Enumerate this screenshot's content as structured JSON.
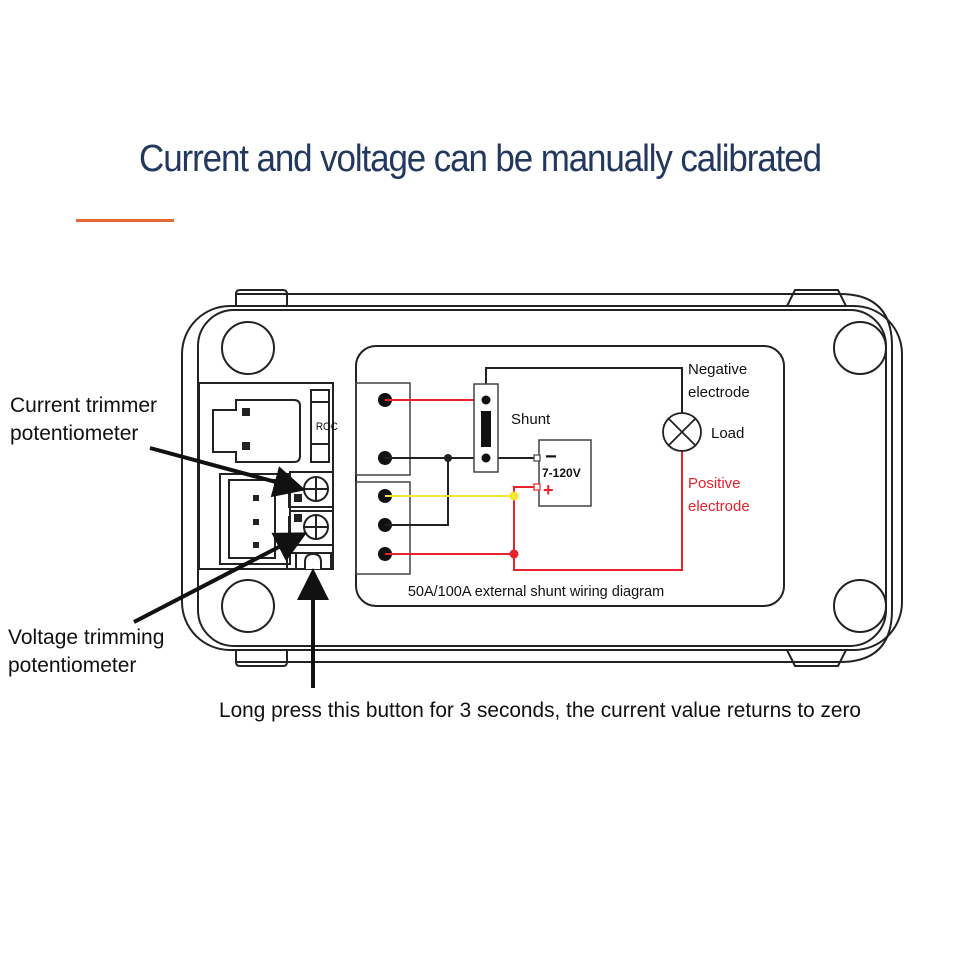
{
  "header": {
    "title": "Current and voltage can be manually calibrated",
    "accent_color": "#e4673b",
    "title_color": "#22385e"
  },
  "device": {
    "fuse_label": "ROC",
    "wiring_diagram": {
      "caption": "50A/100A external shunt wiring diagram",
      "shunt_label": "Shunt",
      "source_voltage": "7-120V",
      "source_minus": "−",
      "source_plus": "+",
      "negative_label_line1": "Negative",
      "negative_label_line2": "electrode",
      "load_label": "Load",
      "positive_label_line1": "Positive",
      "positive_label_line2": "electrode",
      "wire_colors": {
        "red": "#e8212a",
        "black": "#222222",
        "yellow": "#f2e832"
      }
    }
  },
  "callouts": {
    "current_trimmer_line1": "Current trimmer",
    "current_trimmer_line2": "potentiometer",
    "voltage_trimmer_line1": "Voltage trimming",
    "voltage_trimmer_line2": "potentiometer",
    "reset_button": "Long press this button for 3 seconds, the current value returns to zero"
  }
}
